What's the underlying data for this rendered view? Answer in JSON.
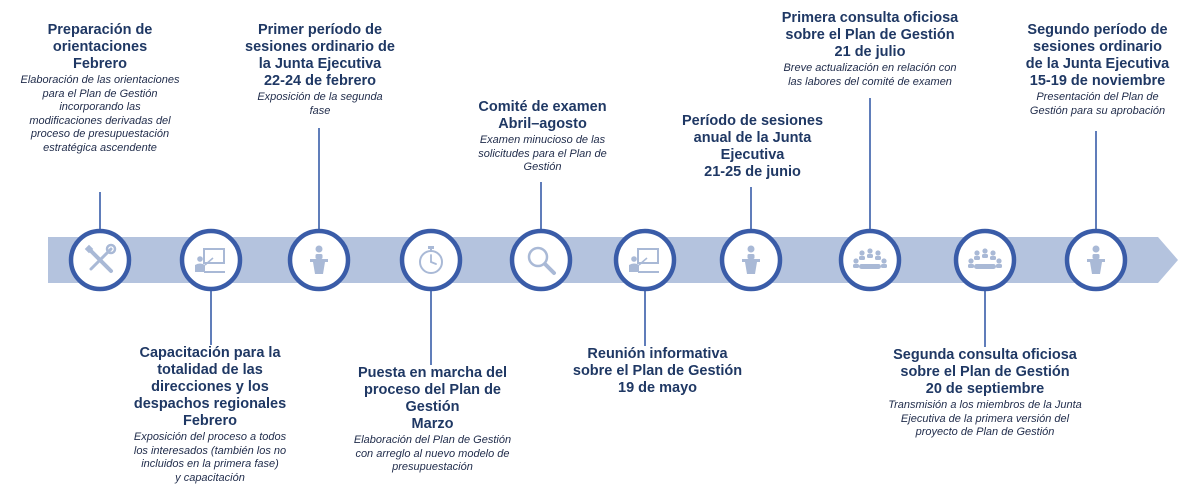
{
  "colors": {
    "band": "#b4c3de",
    "circle_border": "#3a5ca8",
    "circle_fill": "#ffffff",
    "icon": "#a9b9d6",
    "connector": "#4f6fb3",
    "title_text": "#1f3864"
  },
  "milestones": [
    {
      "icon": "tools-icon",
      "title": "Preparación de\norientaciones\nFebrero",
      "description": "Elaboración de las orientaciones\npara el Plan de Gestión\nincorporando las\nmodificaciones derivadas del\nproceso de presupuestación\nestratégica ascendente"
    },
    {
      "icon": "presentation-icon",
      "title": "Capacitación para la\ntotalidad de las\ndirecciones y los\ndespachos regionales\nFebrero",
      "description": "Exposición del proceso a todos\nlos interesados (también los no\nincluidos en la primera fase)\ny capacitación"
    },
    {
      "icon": "speaker-podium-icon",
      "title": "Primer período de\nsesiones ordinario de\nla Junta Ejecutiva\n22-24 de febrero",
      "description": "Exposición de la segunda\nfase"
    },
    {
      "icon": "stopwatch-icon",
      "title": "Puesta en marcha del\nproceso del Plan de\nGestión\nMarzo",
      "description": "Elaboración del Plan de Gestión\ncon arreglo al nuevo modelo de\npresupuestación"
    },
    {
      "icon": "magnifier-icon",
      "title": "Comité de examen\nAbril–agosto",
      "description": "Examen minucioso de las\nsolicitudes para el Plan de\nGestión"
    },
    {
      "icon": "presentation-icon",
      "title": "Reunión informativa\nsobre el Plan de Gestión\n19 de mayo",
      "description": ""
    },
    {
      "icon": "speaker-podium-icon",
      "title": "Período de sesiones\nanual de la Junta\nEjecutiva\n21-25 de junio",
      "description": ""
    },
    {
      "icon": "meeting-icon",
      "title": "Primera consulta oficiosa\nsobre el Plan de Gestión\n21 de julio",
      "description": "Breve actualización en relación con\nlas labores del comité de examen"
    },
    {
      "icon": "meeting-icon",
      "title": "Segunda consulta oficiosa\nsobre el Plan de Gestión\n20 de septiembre",
      "description": "Transmisión a los miembros de la Junta\nEjecutiva de la primera versión del\nproyecto de Plan de Gestión"
    },
    {
      "icon": "speaker-podium-icon",
      "title": "Segundo período de\nsesiones ordinario\nde la Junta Ejecutiva\n15-19 de noviembre",
      "description": "Presentación del Plan de\nGestión para su aprobación"
    }
  ]
}
